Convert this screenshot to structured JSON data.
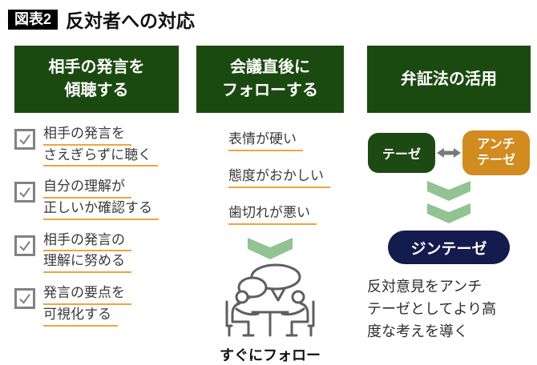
{
  "title": {
    "badge": "図表2",
    "text": "反対者への対応"
  },
  "columns": {
    "listen": {
      "header": "相手の発言を\n傾聴する",
      "items": [
        {
          "line1": "相手の発言を",
          "line2": "さえぎらずに聴く"
        },
        {
          "line1": "自分の理解が",
          "line2": "正しいか確認する"
        },
        {
          "line1": "相手の発言の",
          "line2": "理解に努める"
        },
        {
          "line1": "発言の要点を",
          "line2": "可視化する"
        }
      ]
    },
    "follow": {
      "header": "会議直後に\nフォローする",
      "symptoms": [
        "表情が硬い",
        "態度がおかしい",
        "歯切れが悪い"
      ],
      "footer": "すぐにフォロー"
    },
    "dialectic": {
      "header": "弁証法の活用",
      "thesis": "テーゼ",
      "antithesis": "アンチ\nテーゼ",
      "synthesis": "ジンテーゼ",
      "description": "反対意見をアンチ\nテーゼとしてより高\n度な考えを導く"
    }
  },
  "icons": {
    "checkbox": "checkbox-checked-icon",
    "chevron": "chevron-down-icon",
    "between_boxes": "double-headed-arrow-icon",
    "meeting": "meeting-discussion-icon"
  },
  "colors": {
    "header_green": "#1b4a10",
    "thesis_green": "#1d4a12",
    "antithesis_orange": "#d28b1f",
    "synthesis_navy": "#141b4d",
    "underline_orange": "#efa53e",
    "chevron_green": "#92c392",
    "badge_black": "#000000"
  }
}
